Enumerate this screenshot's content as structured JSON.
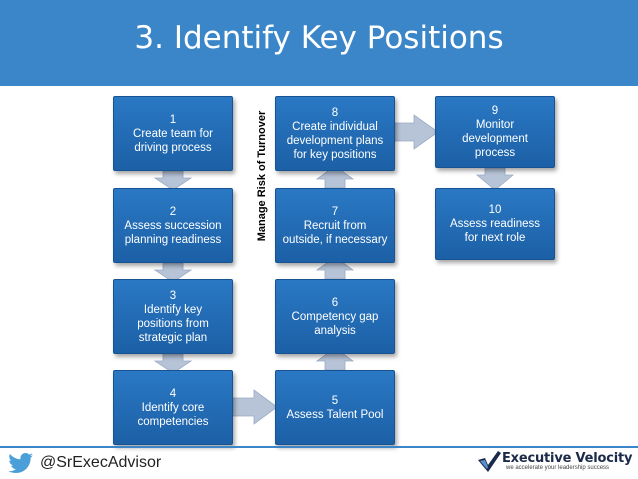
{
  "title": "3. Identify Key Positions",
  "side_label": "Manage Risk of Turnover",
  "steps": [
    {
      "num": "1",
      "text": "Create team for driving process"
    },
    {
      "num": "2",
      "text": "Assess succession planning readiness"
    },
    {
      "num": "3",
      "text": "Identify key positions from strategic plan"
    },
    {
      "num": "4",
      "text": "Identify core competencies"
    },
    {
      "num": "5",
      "text": "Assess Talent Pool"
    },
    {
      "num": "6",
      "text": "Competency gap analysis"
    },
    {
      "num": "7",
      "text": "Recruit from outside, if necessary"
    },
    {
      "num": "8",
      "text": "Create individual development plans for key positions"
    },
    {
      "num": "9",
      "text": "Monitor development process"
    },
    {
      "num": "10",
      "text": "Assess readiness for next role"
    }
  ],
  "footer": {
    "handle": "@SrExecAdvisor",
    "brand_name": "Executive Velocity",
    "brand_tagline": "we accelerate your leadership success"
  },
  "colors": {
    "header": "#3a86c8",
    "box": "#1f68b1",
    "arrow": "#b7c4d8"
  },
  "icons": [
    "twitter-bird-icon",
    "checkmark-logo-icon",
    "arrow-icon"
  ]
}
